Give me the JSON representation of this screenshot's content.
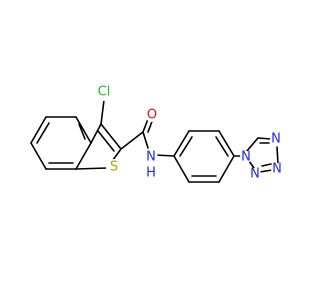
{
  "colors": {
    "bond": "#000000",
    "chlorine": "#2db82d",
    "sulfur": "#b8a000",
    "oxygen": "#e0141e",
    "nitrogen": "#1f2be6",
    "background": "#ffffff"
  },
  "atom_labels": {
    "cl": "Cl",
    "s": "S",
    "o": "O",
    "nh": "N",
    "nh_h": "H",
    "n_tz1": "N",
    "n_tz2": "N",
    "n_tz3": "N",
    "n_tz4": "N"
  }
}
